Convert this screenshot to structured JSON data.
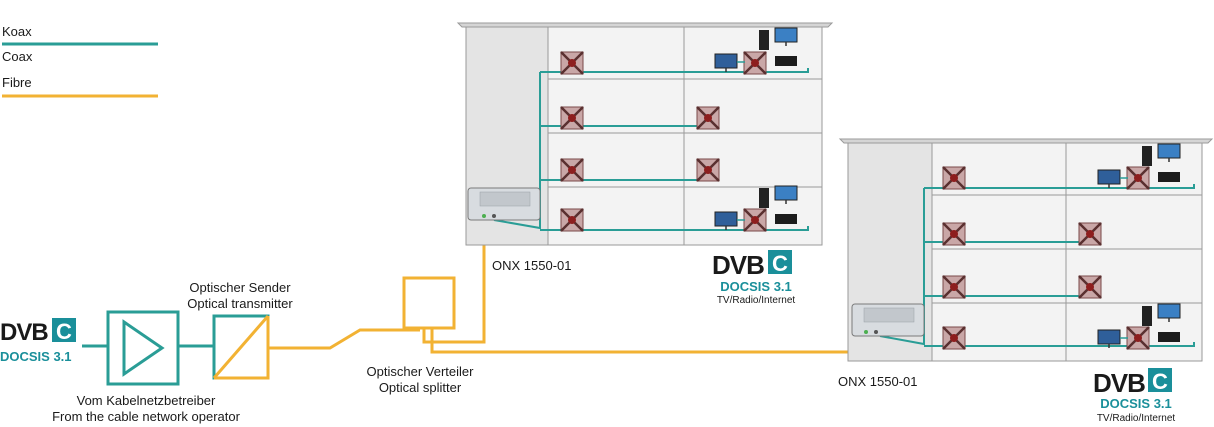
{
  "colors": {
    "coax": "#2a9d96",
    "fibre": "#f2b233",
    "building_wall": "#e9e9e9",
    "building_line": "#9a9a9a",
    "dvb_teal": "#1a8f9a"
  },
  "legend": {
    "items": [
      {
        "label": "Koax",
        "color": "#2a9d96"
      },
      {
        "label": "Coax",
        "color": "#2a9d96"
      },
      {
        "label": "Fibre",
        "color": "#f2b233"
      }
    ]
  },
  "source": {
    "line1": "Vom Kabelnetzbetreiber",
    "line2": "From the cable network operator",
    "logo_text": "DVB",
    "logo_letter": "C",
    "docsis": "DOCSIS 3.1"
  },
  "transmitter": {
    "line1": "Optischer Sender",
    "line2": "Optical transmitter"
  },
  "splitter": {
    "line1": "Optischer Verteiler",
    "line2": "Optical splitter"
  },
  "building1": {
    "node_label": "ONX 1550-01",
    "logo_text": "DVB",
    "logo_letter": "C",
    "docsis": "DOCSIS 3.1",
    "services": "TV/Radio/Internet"
  },
  "building2": {
    "node_label": "ONX 1550-01",
    "logo_text": "DVB",
    "logo_letter": "C",
    "docsis": "DOCSIS 3.1",
    "services": "TV/Radio/Internet"
  },
  "icons": [
    "amplifier-icon",
    "optical-transmitter-icon",
    "optical-splitter-icon",
    "optical-node-icon",
    "wall-outlet-icon",
    "tv-icon",
    "monitor-icon",
    "modem-icon",
    "set-top-box-icon",
    "dvb-c-logo-icon"
  ]
}
